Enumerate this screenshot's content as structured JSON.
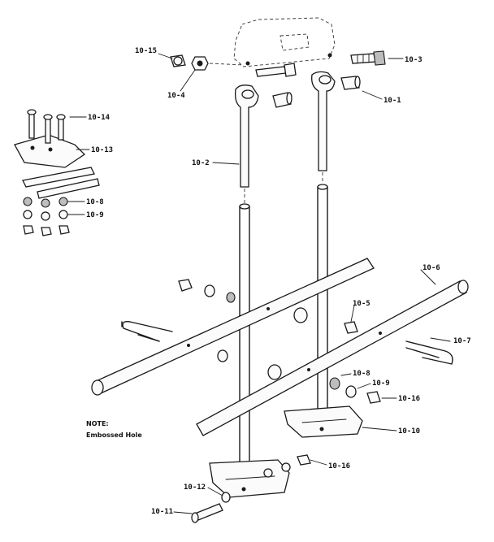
{
  "callouts": {
    "c10_15": "10-15",
    "c10_4": "10-4",
    "c10_3": "10-3",
    "c10_1": "10-1",
    "c10_14": "10-14",
    "c10_13": "10-13",
    "c10_8_inset": "10-8",
    "c10_9_inset": "10-9",
    "c10_2": "10-2",
    "c10_6": "10-6",
    "c10_5": "10-5",
    "c10_7": "10-7",
    "c10_8": "10-8",
    "c10_9": "10-9",
    "c10_16_a": "10-16",
    "c10_10": "10-10",
    "c10_16_b": "10-16",
    "c10_12": "10-12",
    "c10_11": "10-11"
  },
  "note": {
    "line1": "NOTE:",
    "line2": "Embossed Hole"
  }
}
